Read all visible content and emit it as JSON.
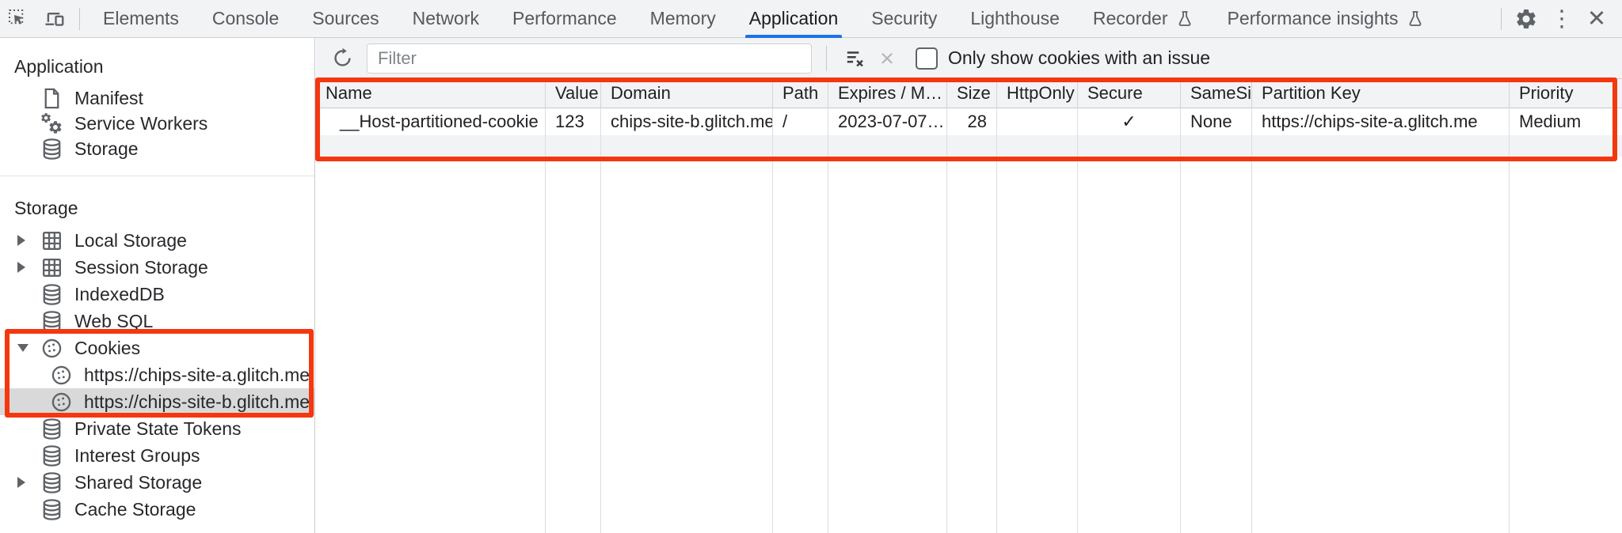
{
  "topbar": {
    "tabs": [
      {
        "label": "Elements"
      },
      {
        "label": "Console"
      },
      {
        "label": "Sources"
      },
      {
        "label": "Network"
      },
      {
        "label": "Performance"
      },
      {
        "label": "Memory"
      },
      {
        "label": "Application",
        "active": true
      },
      {
        "label": "Security"
      },
      {
        "label": "Lighthouse"
      },
      {
        "label": "Recorder",
        "experimental": true
      },
      {
        "label": "Performance insights",
        "experimental": true
      }
    ]
  },
  "sidebar": {
    "sections": [
      {
        "title": "Application",
        "items": [
          {
            "label": "Manifest",
            "icon": "document-icon"
          },
          {
            "label": "Service Workers",
            "icon": "gears-icon"
          },
          {
            "label": "Storage",
            "icon": "database-icon"
          }
        ]
      },
      {
        "title": "Storage",
        "items": [
          {
            "label": "Local Storage",
            "icon": "table-icon",
            "collapsed": true
          },
          {
            "label": "Session Storage",
            "icon": "table-icon",
            "collapsed": true
          },
          {
            "label": "IndexedDB",
            "icon": "database-icon"
          },
          {
            "label": "Web SQL",
            "icon": "database-icon"
          },
          {
            "label": "Cookies",
            "icon": "cookie-icon",
            "expanded": true,
            "children": [
              {
                "label": "https://chips-site-a.glitch.me",
                "icon": "cookie-icon"
              },
              {
                "label": "https://chips-site-b.glitch.me",
                "icon": "cookie-icon",
                "selected": true
              }
            ]
          },
          {
            "label": "Private State Tokens",
            "icon": "database-icon"
          },
          {
            "label": "Interest Groups",
            "icon": "database-icon"
          },
          {
            "label": "Shared Storage",
            "icon": "database-icon",
            "collapsed": true
          },
          {
            "label": "Cache Storage",
            "icon": "database-icon"
          }
        ]
      }
    ]
  },
  "cookies_panel": {
    "filter": {
      "placeholder": "Filter"
    },
    "issue_checkbox_label": "Only show cookies with an issue",
    "table": {
      "columns": [
        {
          "label": "Name"
        },
        {
          "label": "Value"
        },
        {
          "label": "Domain"
        },
        {
          "label": "Path"
        },
        {
          "label": "Expires / M…"
        },
        {
          "label": "Size"
        },
        {
          "label": "HttpOnly"
        },
        {
          "label": "Secure"
        },
        {
          "label": "SameSite"
        },
        {
          "label": "Partition Key"
        },
        {
          "label": "Priority"
        }
      ],
      "row": {
        "name": "__Host-partitioned-cookie",
        "value": "123",
        "domain": "chips-site-b.glitch.me",
        "path": "/",
        "expires": "2023-07-07…",
        "size": "28",
        "httponly": "",
        "secure": "✓",
        "samesite": "None",
        "partition_key": "https://chips-site-a.glitch.me",
        "priority": "Medium"
      }
    }
  },
  "glyphs": {
    "more": "⋮",
    "close": "✕",
    "clear_search": "×"
  },
  "colors": {
    "accent": "#1a73e8",
    "annotation": "#f4370f",
    "selection": "#d9d9d9"
  }
}
